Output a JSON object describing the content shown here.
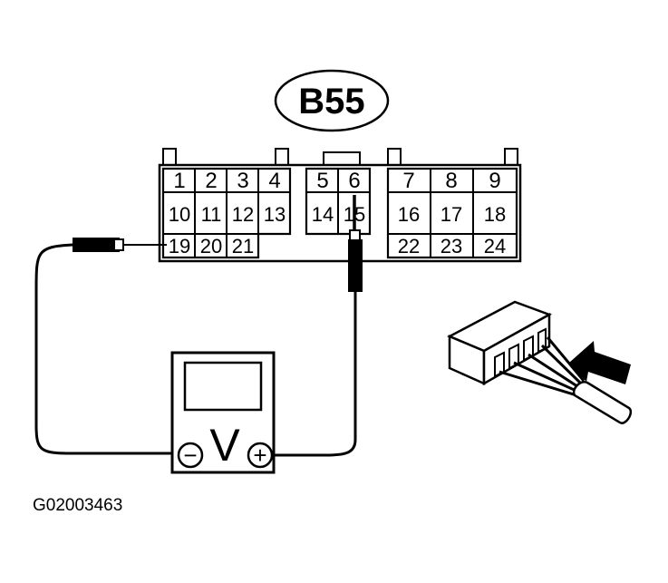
{
  "connector": {
    "label": "B55",
    "pins": [
      "1",
      "2",
      "3",
      "4",
      "5",
      "6",
      "7",
      "8",
      "9",
      "10",
      "11",
      "12",
      "13",
      "14",
      "15",
      "16",
      "17",
      "18",
      "19",
      "20",
      "21",
      "22",
      "23",
      "24"
    ]
  },
  "meter": {
    "symbol": "V",
    "negative": "−",
    "positive": "+"
  },
  "figure_id": "G02003463",
  "icons": {
    "meter": "voltmeter-icon",
    "plug": "connector-plug-icon",
    "arrow": "insert-arrow-icon"
  }
}
